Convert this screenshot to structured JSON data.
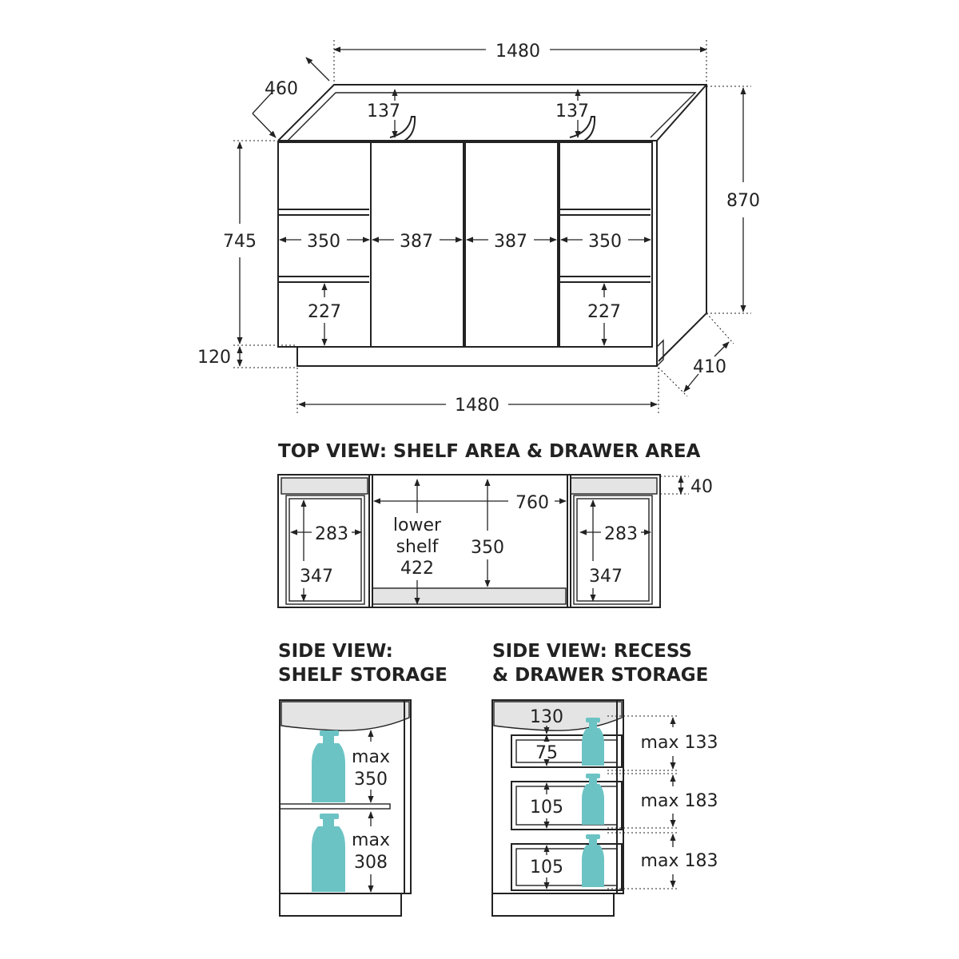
{
  "colors": {
    "line": "#222222",
    "bottle": "#6cc3c4",
    "panel": "#e4e4e4"
  },
  "front": {
    "width_top": "1480",
    "depth_top": "460",
    "tap_left": "137",
    "tap_right": "137",
    "height_total": "870",
    "height_body": "745",
    "plinth": "120",
    "plinth_depth": "410",
    "width_bottom": "1480",
    "drawer_left_w": "350",
    "door_left_w": "387",
    "door_right_w": "387",
    "drawer_right_w": "350",
    "drawer_left_h": "227",
    "drawer_right_h": "227"
  },
  "top_view": {
    "title": "TOP VIEW: SHELF AREA & DRAWER AREA",
    "edge": "40",
    "center_w": "760",
    "center_d": "350",
    "lower_shelf_1": "lower",
    "lower_shelf_2": "shelf",
    "lower_shelf_val": "422",
    "left_w": "283",
    "left_d": "347",
    "right_w": "283",
    "right_d": "347"
  },
  "side_shelf": {
    "title_1": "SIDE VIEW:",
    "title_2": "SHELF STORAGE",
    "upper_1": "max",
    "upper_2": "350",
    "lower_1": "max",
    "lower_2": "308"
  },
  "side_drawer": {
    "title_1": "SIDE VIEW: RECESS",
    "title_2": "& DRAWER STORAGE",
    "recess": "130",
    "d1": "75",
    "d2": "105",
    "d3": "105",
    "max1": "max 133",
    "max2": "max 183",
    "max3": "max 183"
  }
}
